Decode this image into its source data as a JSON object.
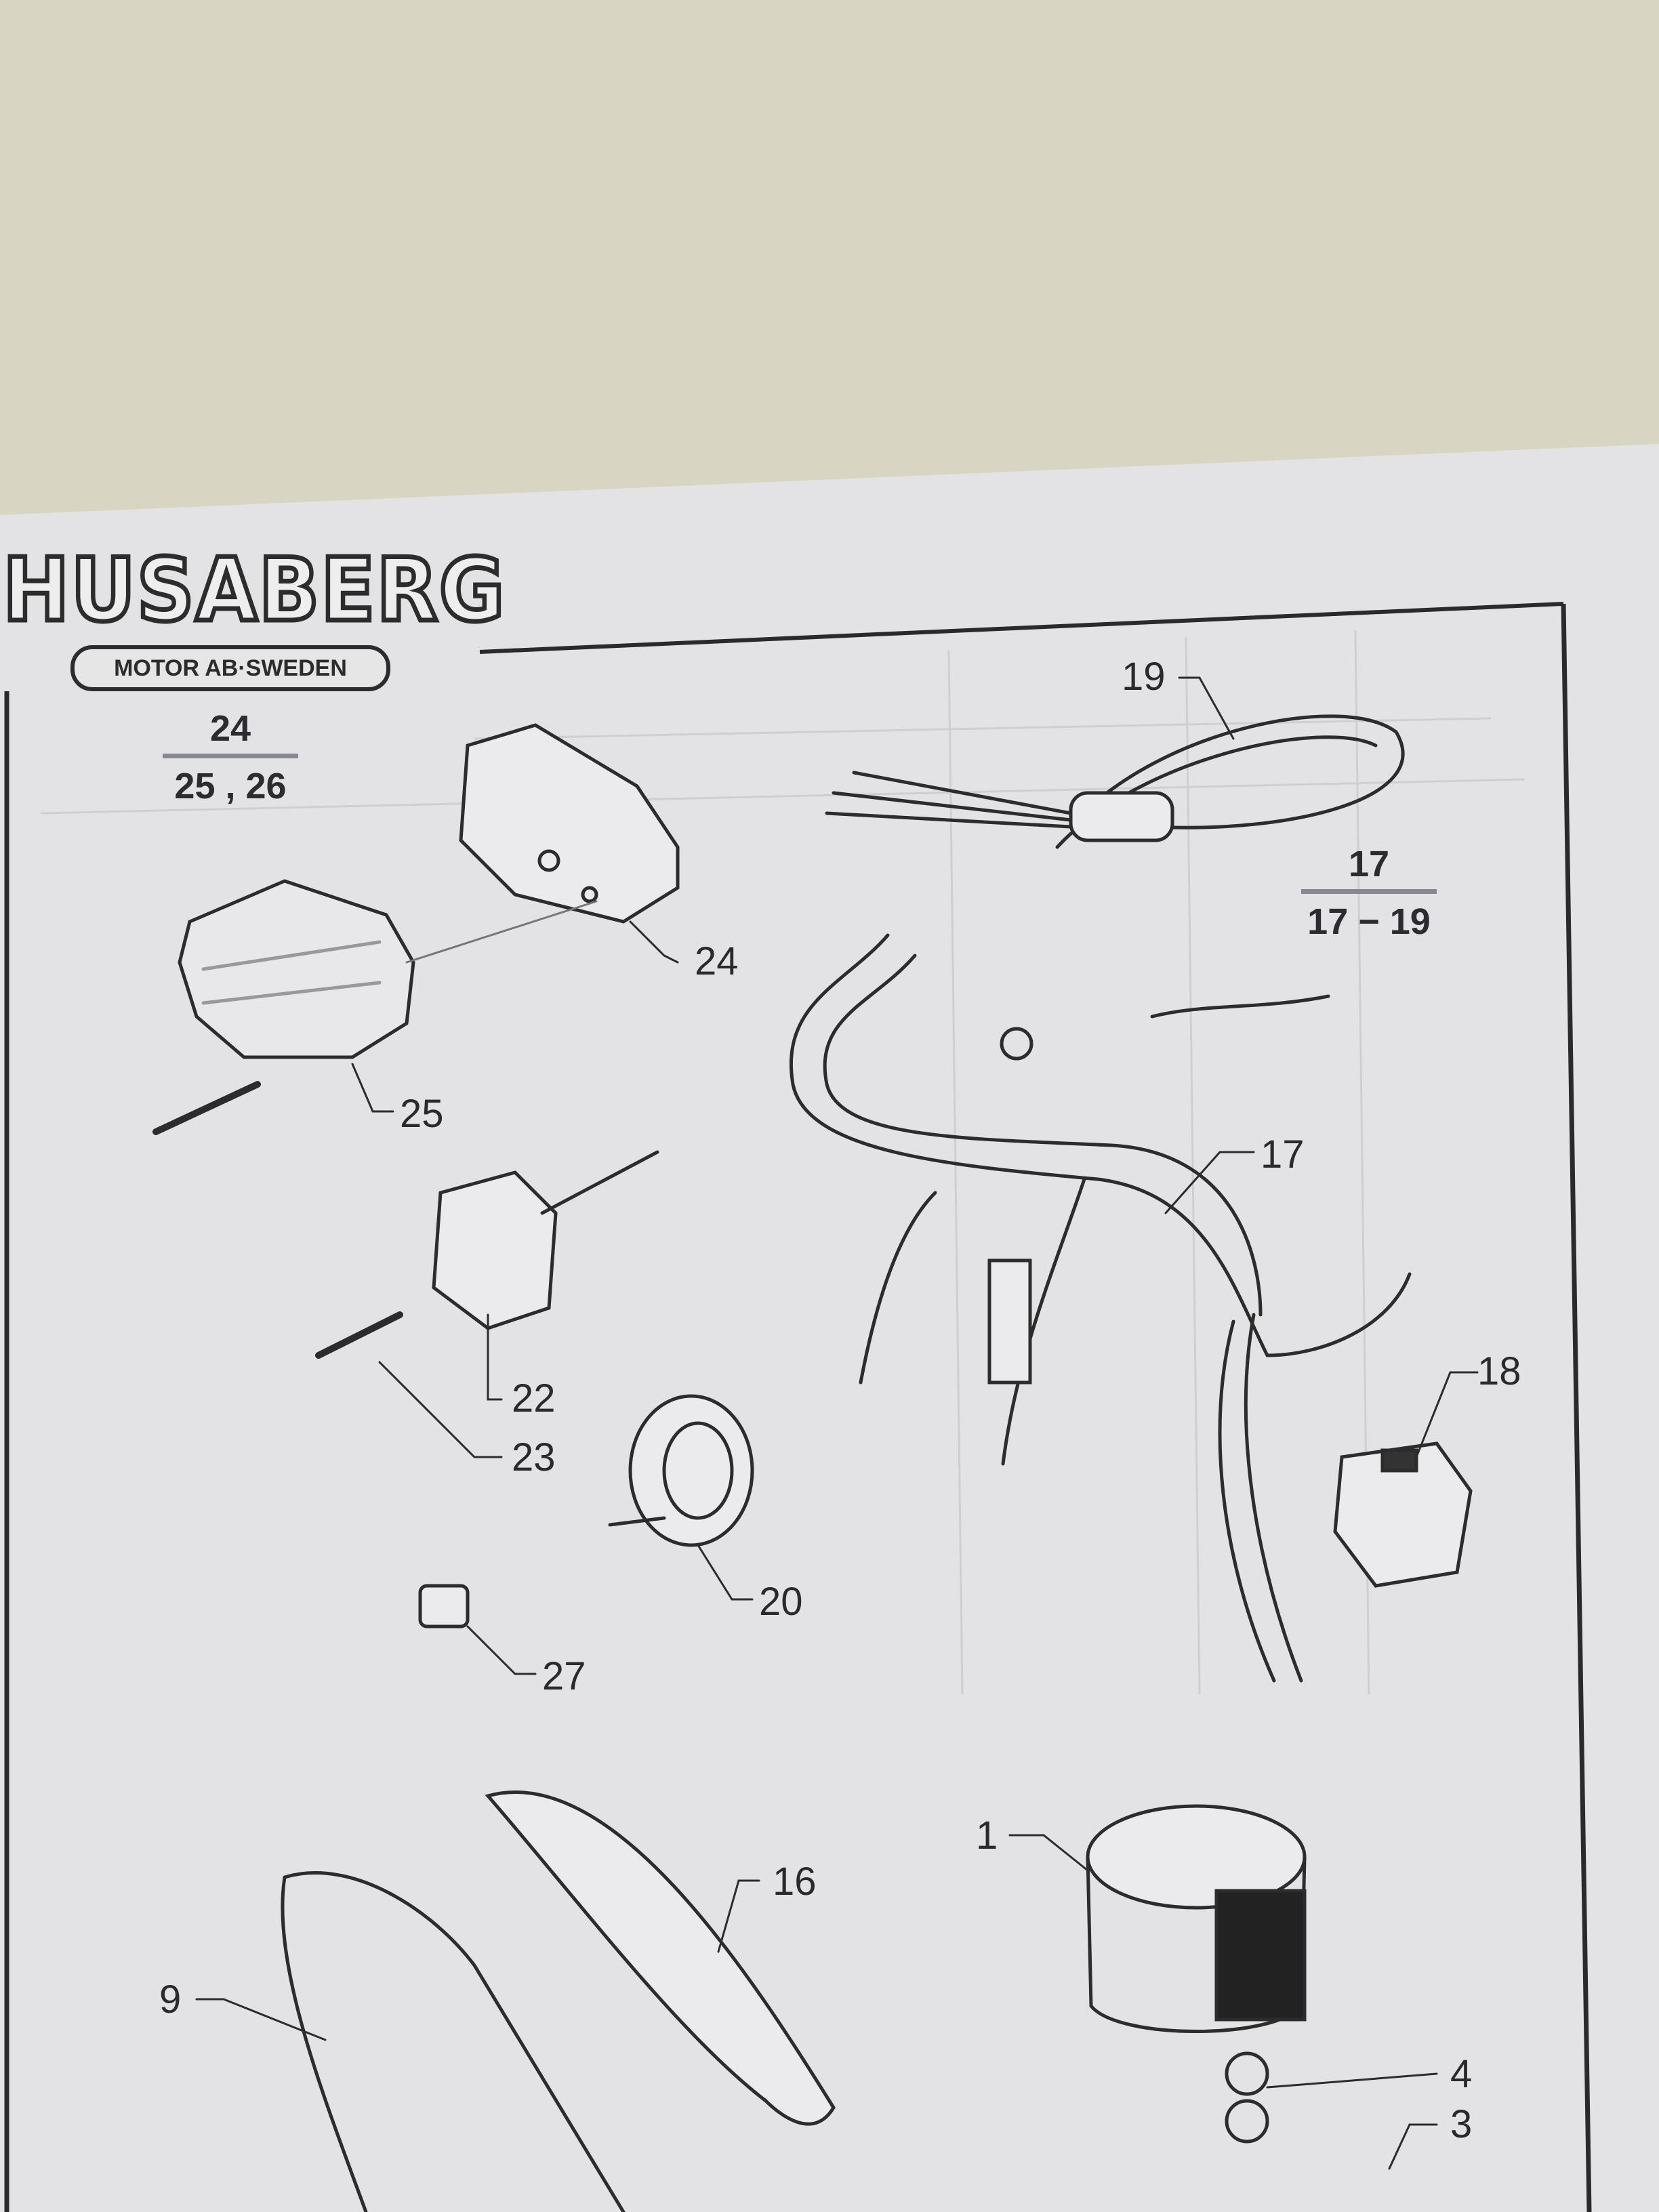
{
  "logo": {
    "brand": "HUSABERG",
    "subtitle": "MOTOR AB·SWEDEN"
  },
  "groups": [
    {
      "top": "24",
      "bottom": "25 , 26"
    },
    {
      "top": "17",
      "bottom": "17 − 19"
    }
  ],
  "callouts": [
    "19",
    "24",
    "25",
    "17",
    "18",
    "22",
    "23",
    "20",
    "27",
    "16",
    "1",
    "9",
    "4",
    "3"
  ],
  "colors": {
    "wall": "#d9d5c3",
    "paper": "#e4e4e6",
    "ink": "#2a2a2e"
  }
}
